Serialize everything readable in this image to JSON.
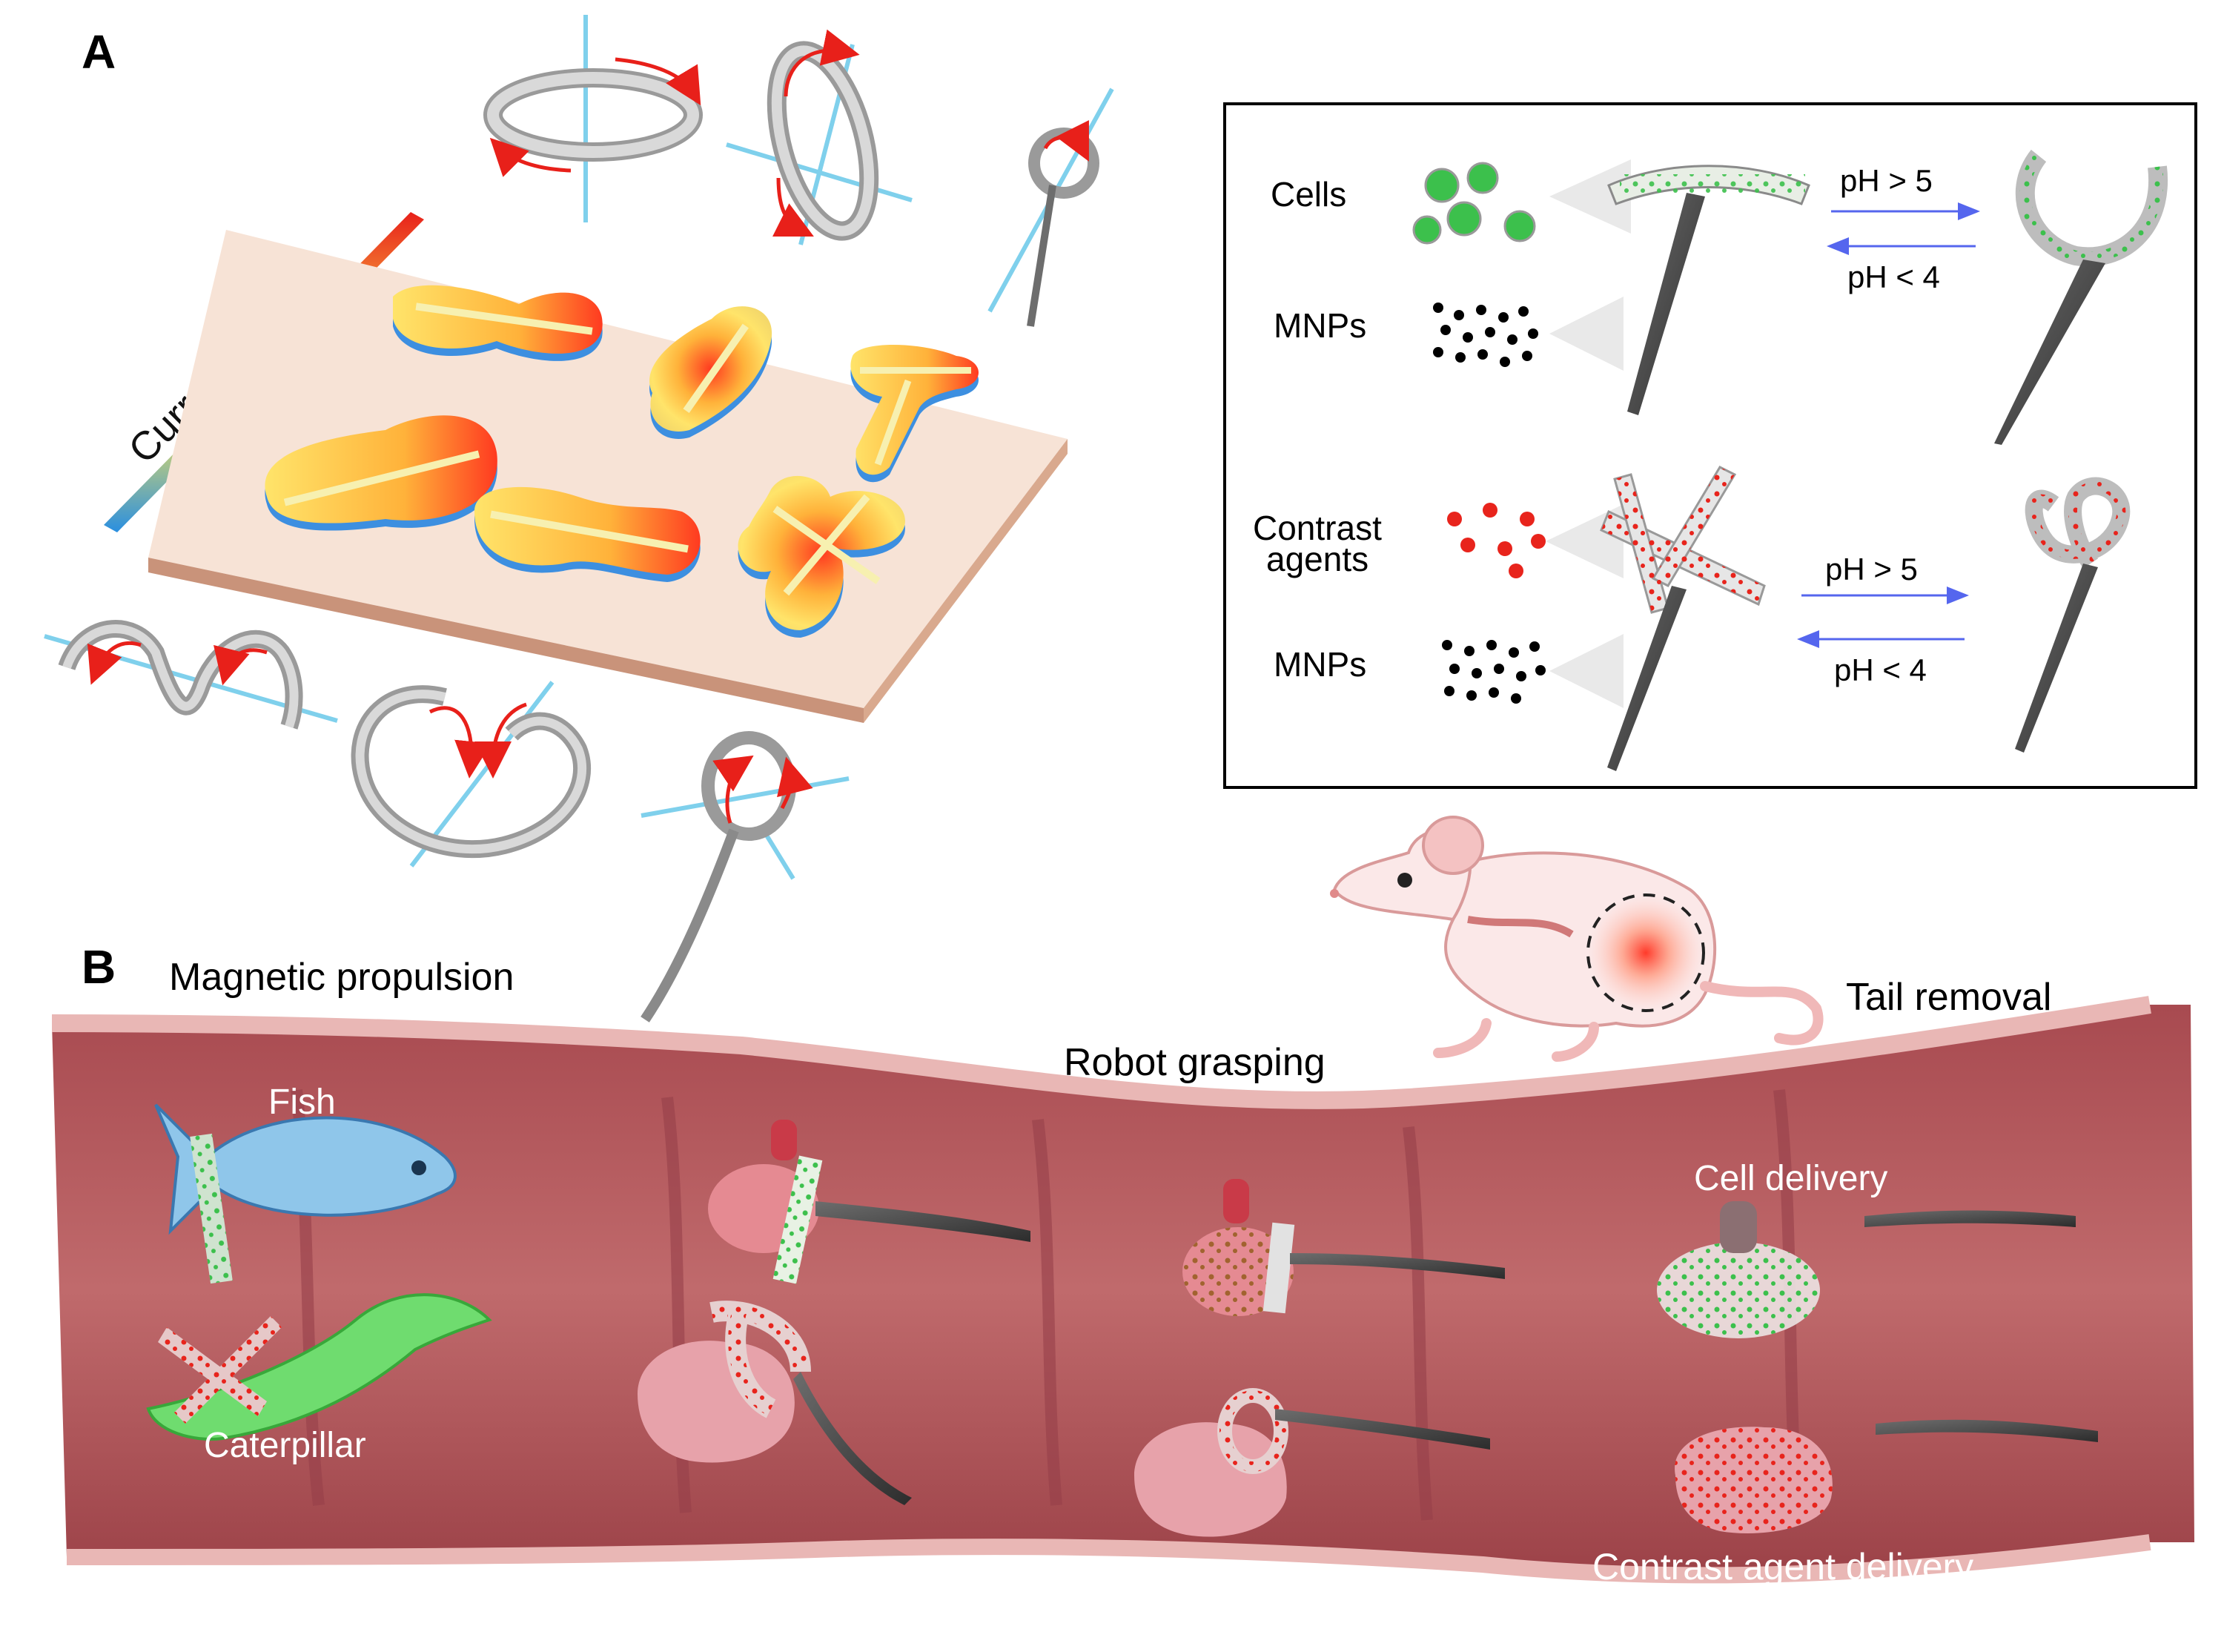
{
  "panel_a": {
    "letter": "A",
    "bar_label": "Current density",
    "inset": {
      "row1": {
        "cells": "Cells",
        "mnps": "MNPs",
        "forward": "pH > 5",
        "reverse": "pH < 4"
      },
      "row2": {
        "contrast_line1": "Contrast",
        "contrast_line2": "agents",
        "mnps": "MNPs",
        "forward": "pH > 5",
        "reverse": "pH < 4"
      }
    }
  },
  "panel_b": {
    "letter": "B",
    "magnetic_propulsion": "Magnetic propulsion",
    "robot_grasping": "Robot grasping",
    "tail_removal": "Tail removal",
    "fish": "Fish",
    "caterpillar": "Caterpillar",
    "cell_delivery": "Cell delivery",
    "contrast_agent_delivery": "Contrast agent delivery"
  },
  "colors": {
    "arrow_red": "#e8201a",
    "axis_blue": "#7fd0ec",
    "ph_arrow": "#5566ee",
    "tissue": "#b4575b",
    "tissue_dark": "#8f3a40",
    "cell_green": "#3cc04c",
    "contrast_red": "#e8241c"
  }
}
